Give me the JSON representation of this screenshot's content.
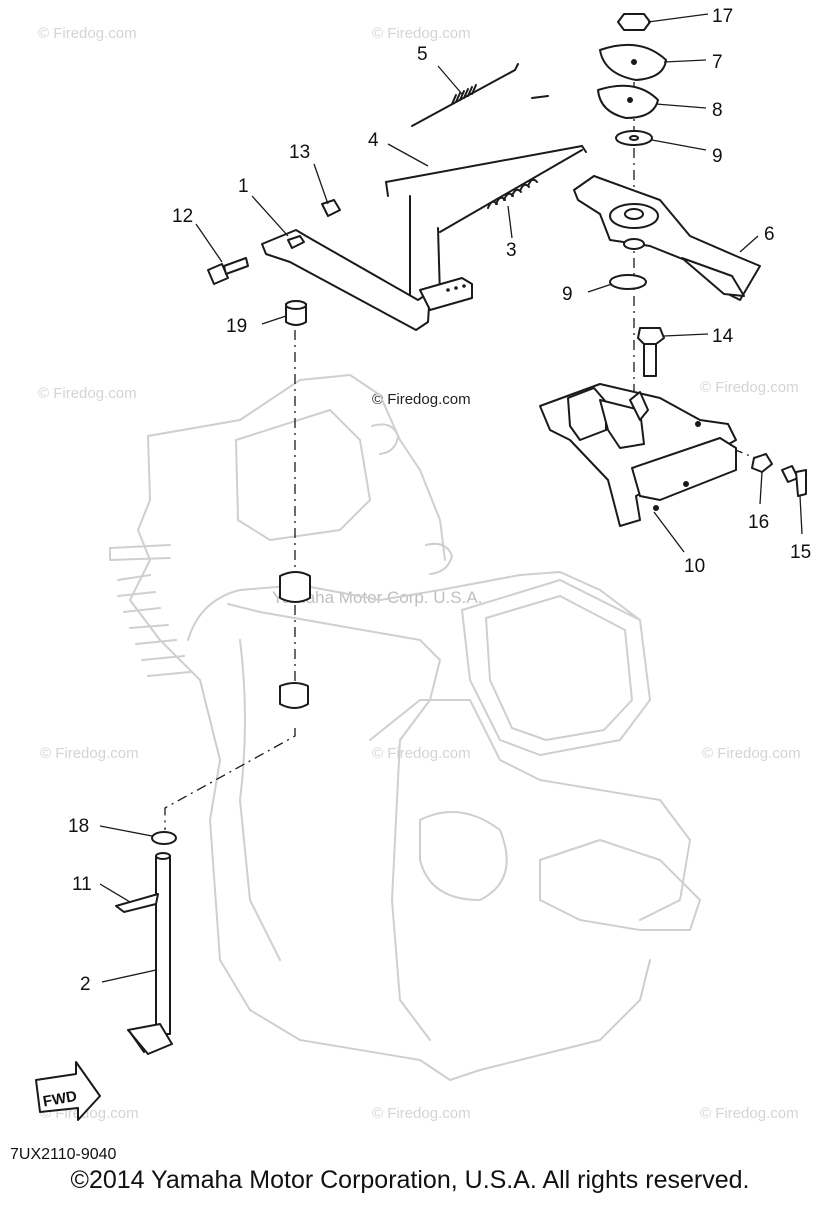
{
  "callouts": [
    "1",
    "2",
    "3",
    "4",
    "5",
    "6",
    "7",
    "8",
    "9",
    "9",
    "10",
    "11",
    "12",
    "13",
    "14",
    "15",
    "16",
    "17",
    "18",
    "19"
  ],
  "watermark": {
    "firedog": "© Firedog.com",
    "yamaha": "Yamaha Motor Corp. U.S.A."
  },
  "fwd_label": "FWD",
  "diagram_code": "7UX2110-9040",
  "copyright": "©2014 Yamaha Motor Corporation, U.S.A. All rights reserved.",
  "colors": {
    "line": "#1a1a1a",
    "ghost": "#cfcfcf",
    "watermark": "#d4d4d4",
    "background": "#ffffff"
  }
}
